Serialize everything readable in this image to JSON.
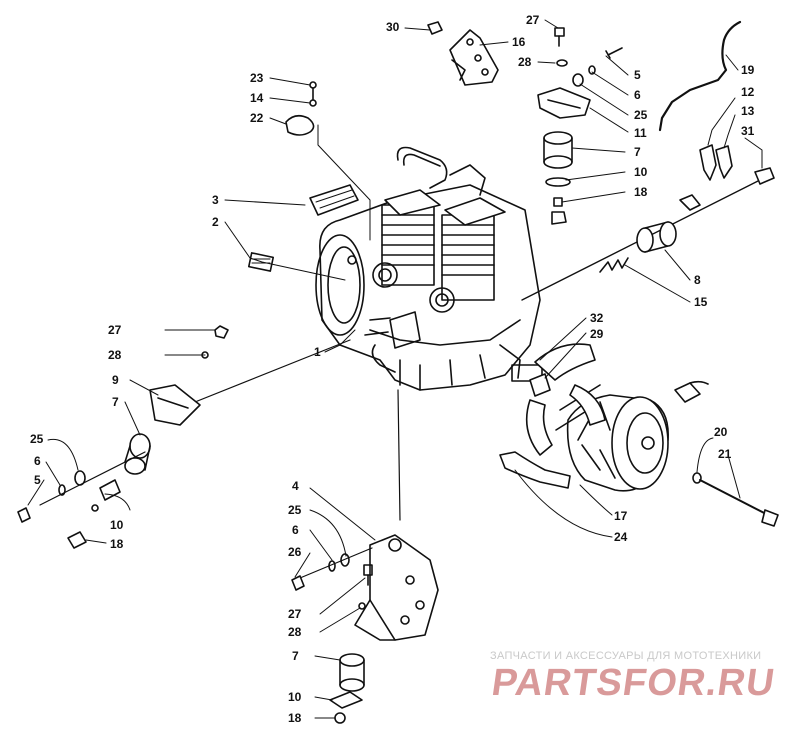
{
  "callouts": {
    "c30": "30",
    "c16": "16",
    "c27a": "27",
    "c28a": "28",
    "c5a": "5",
    "c6a": "6",
    "c25a": "25",
    "c11": "11",
    "c7a": "7",
    "c10a": "10",
    "c18a": "18",
    "c19": "19",
    "c12": "12",
    "c13": "13",
    "c31": "31",
    "c23": "23",
    "c14": "14",
    "c22": "22",
    "c3": "3",
    "c2": "2",
    "c1": "1",
    "c8": "8",
    "c15": "15",
    "c32": "32",
    "c29": "29",
    "c27b": "27",
    "c28b": "28",
    "c9": "9",
    "c7b": "7",
    "c25b": "25",
    "c6b": "6",
    "c5b": "5",
    "c10b": "10",
    "c18b": "18",
    "c4": "4",
    "c25c": "25",
    "c6c": "6",
    "c26": "26",
    "c27c": "27",
    "c28c": "28",
    "c7c": "7",
    "c10c": "10",
    "c18c": "18",
    "c20": "20",
    "c21": "21",
    "c17": "17",
    "c24": "24"
  },
  "watermark": {
    "tagline": "ЗАПЧАСТИ И АКСЕССУАРЫ ДЛЯ МОТОТЕХНИКИ",
    "logo": "PARTSFOR.RU"
  }
}
